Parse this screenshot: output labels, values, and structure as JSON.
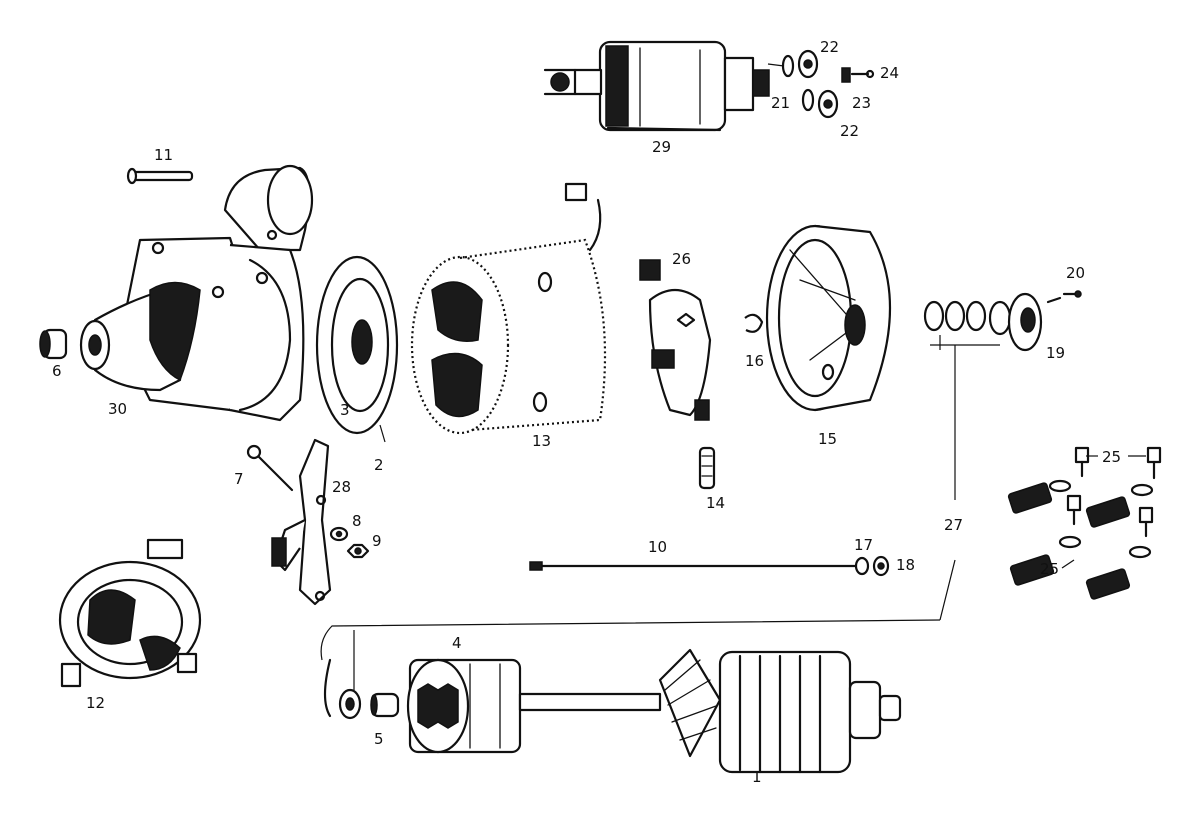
{
  "diagram": {
    "labels": [
      {
        "id": "1",
        "text": "1"
      },
      {
        "id": "2",
        "text": "2"
      },
      {
        "id": "3",
        "text": "3"
      },
      {
        "id": "4",
        "text": "4"
      },
      {
        "id": "5",
        "text": "5"
      },
      {
        "id": "6",
        "text": "6"
      },
      {
        "id": "7",
        "text": "7"
      },
      {
        "id": "8",
        "text": "8"
      },
      {
        "id": "9",
        "text": "9"
      },
      {
        "id": "10",
        "text": "10"
      },
      {
        "id": "11",
        "text": "11"
      },
      {
        "id": "12",
        "text": "12"
      },
      {
        "id": "13",
        "text": "13"
      },
      {
        "id": "14",
        "text": "14"
      },
      {
        "id": "15",
        "text": "15"
      },
      {
        "id": "16",
        "text": "16"
      },
      {
        "id": "17",
        "text": "17"
      },
      {
        "id": "18",
        "text": "18"
      },
      {
        "id": "19",
        "text": "19"
      },
      {
        "id": "20",
        "text": "20"
      },
      {
        "id": "21",
        "text": "21"
      },
      {
        "id": "22a",
        "text": "22"
      },
      {
        "id": "22b",
        "text": "22"
      },
      {
        "id": "23",
        "text": "23"
      },
      {
        "id": "24",
        "text": "24"
      },
      {
        "id": "25a",
        "text": "25"
      },
      {
        "id": "25b",
        "text": "25"
      },
      {
        "id": "26",
        "text": "26"
      },
      {
        "id": "27",
        "text": "27"
      },
      {
        "id": "28",
        "text": "28"
      },
      {
        "id": "29",
        "text": "29"
      },
      {
        "id": "30",
        "text": "30"
      }
    ]
  }
}
